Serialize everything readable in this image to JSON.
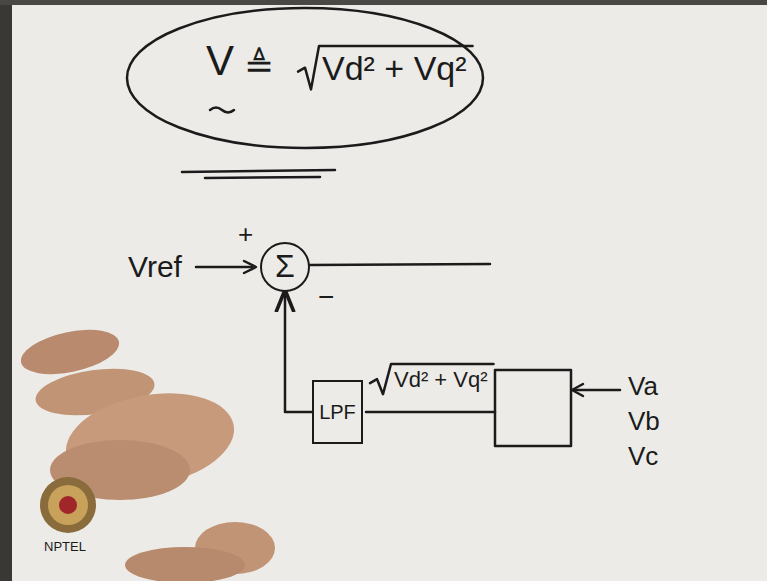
{
  "diagram": {
    "nodes": [
      {
        "text": [
          "Σ"
        ]
      },
      {
        "text": [
          "LPF"
        ]
      }
    ],
    "edges": [
      {
        "from": 1,
        "to": 0,
        "arrow": "to"
      }
    ],
    "labels": [
      "V",
      "≜",
      "Vd² + Vq²",
      "Vref",
      "+",
      "−",
      "Vd² + Vq²",
      "Va",
      "Vb",
      "Vc",
      "NPTEL"
    ]
  }
}
